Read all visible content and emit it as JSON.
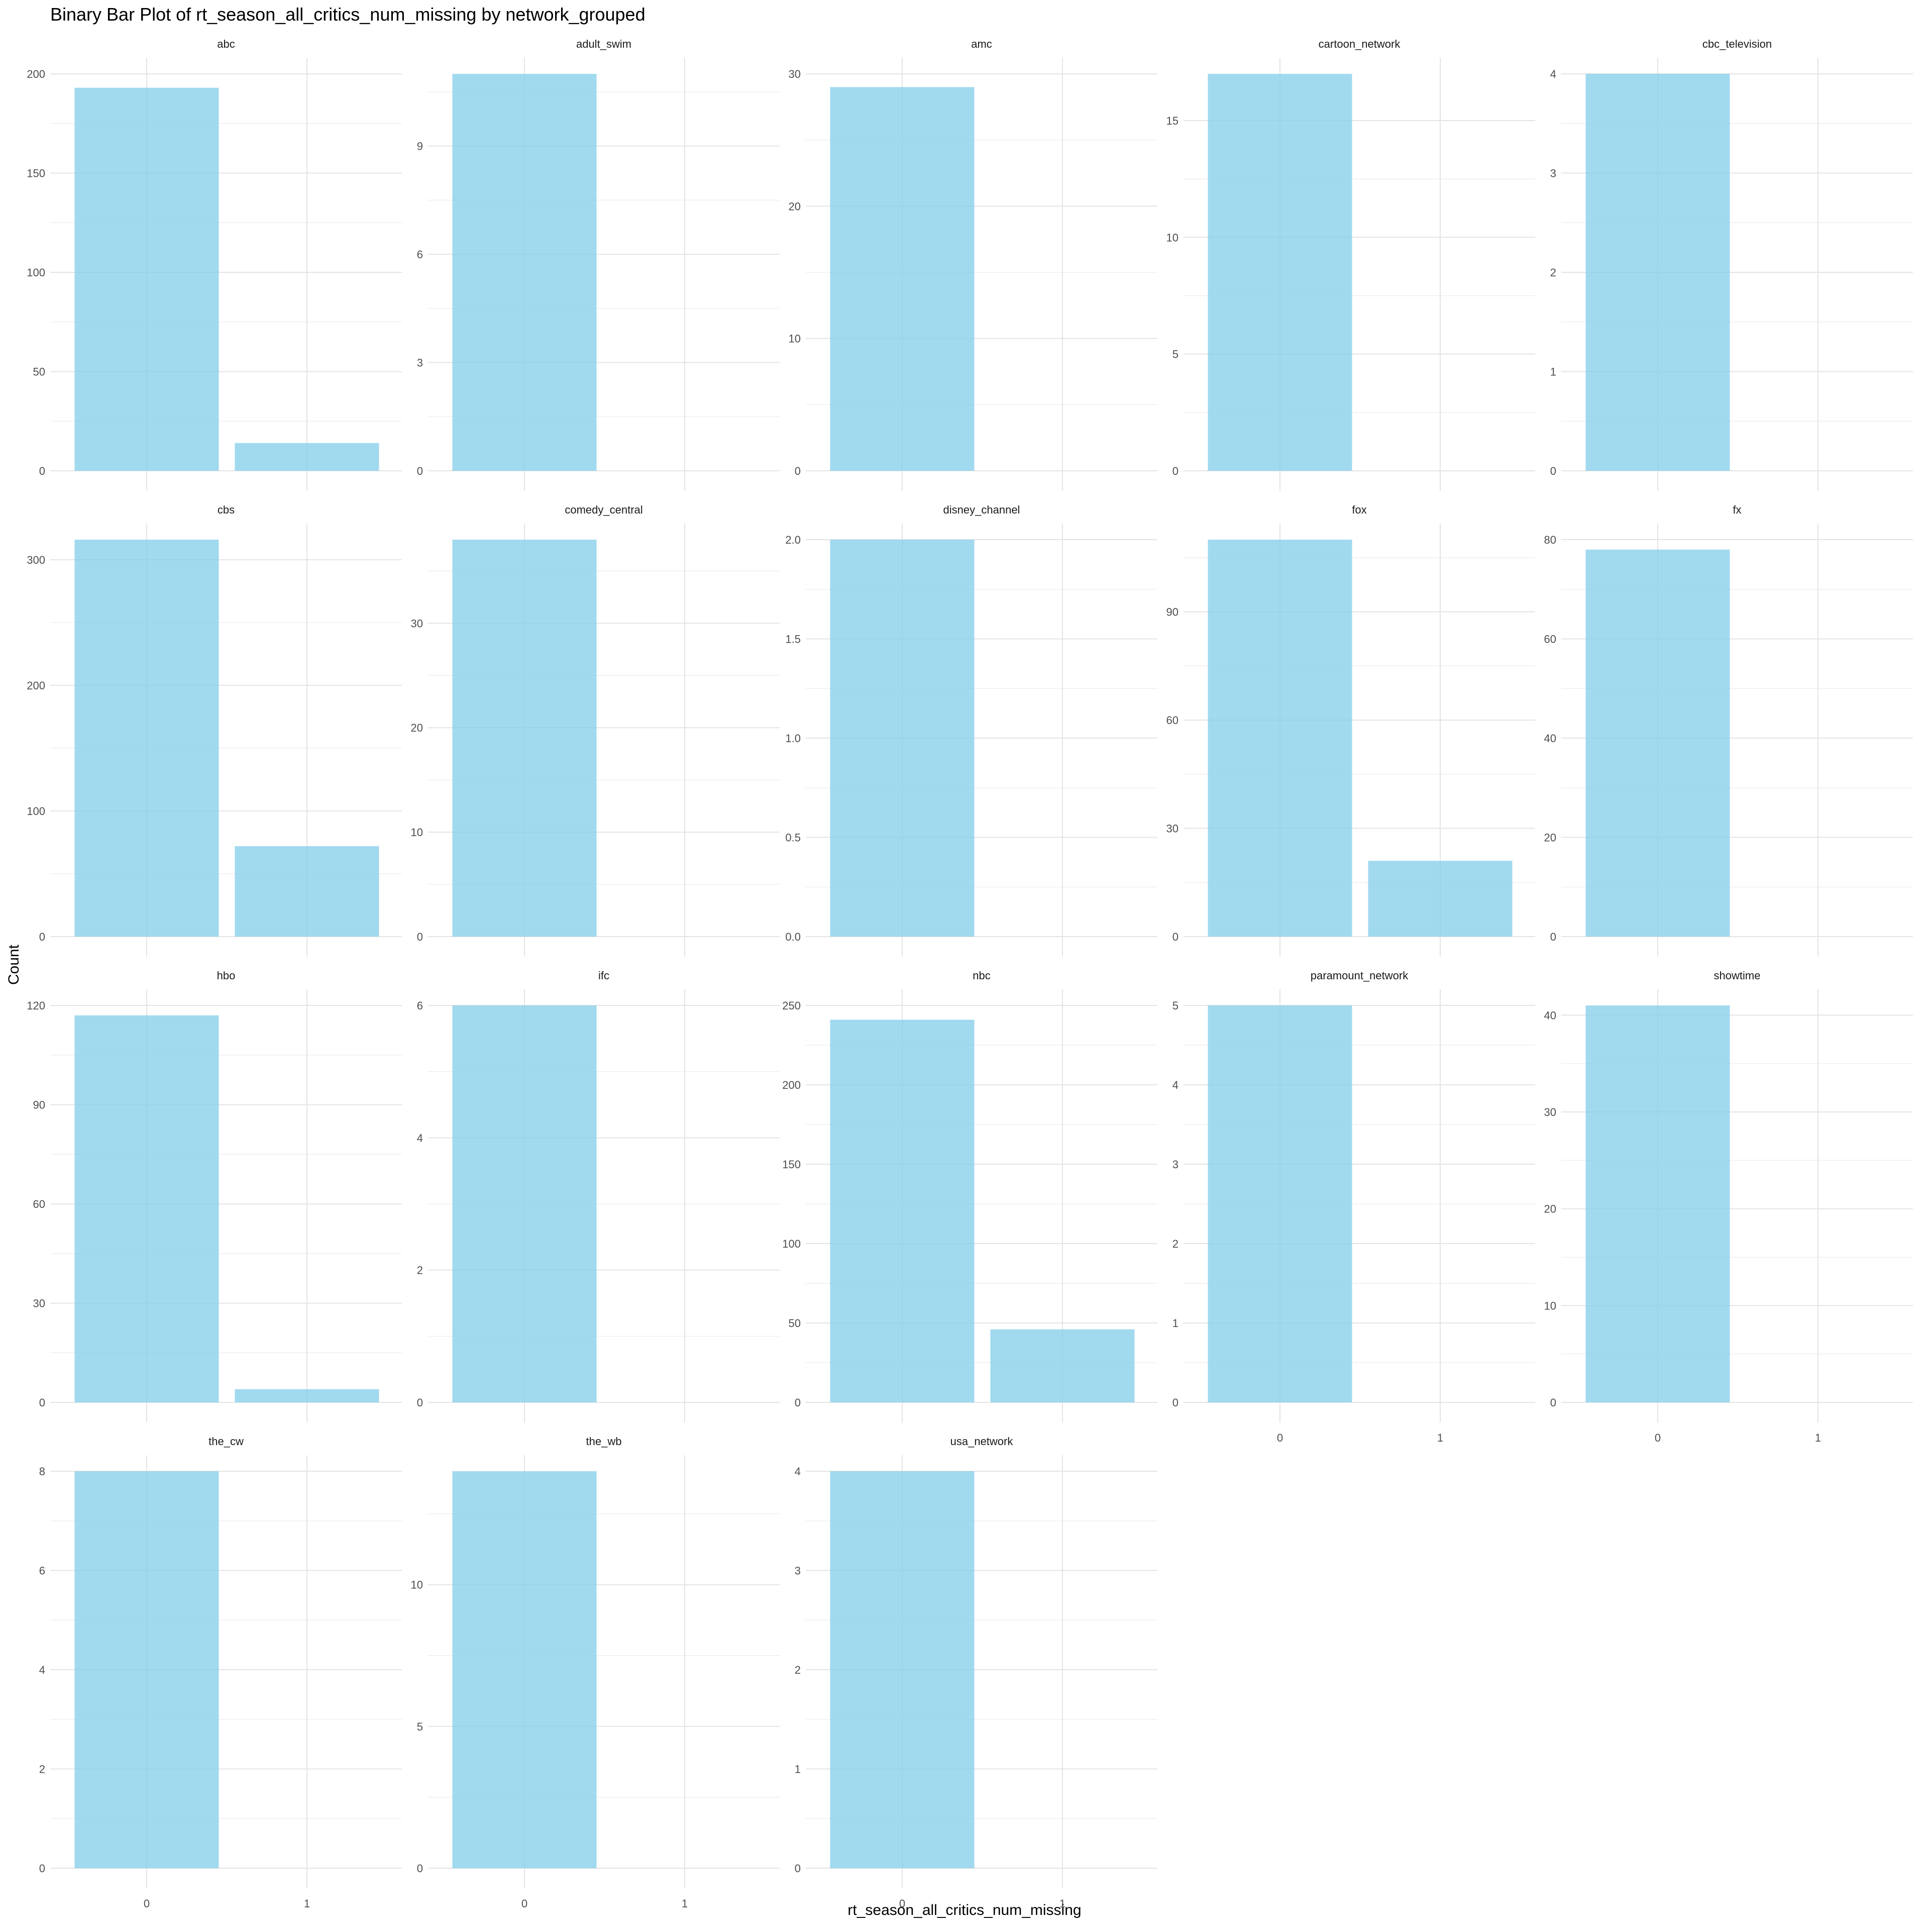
{
  "chart_data": {
    "type": "bar",
    "title": "Binary Bar Plot of rt_season_all_critics_num_missing by network_grouped",
    "xlabel": "rt_season_all_critics_num_missing",
    "ylabel": "Count",
    "categories": [
      "0",
      "1"
    ],
    "grid": true,
    "bar_color": "#87CEEB",
    "facets": [
      {
        "name": "abc",
        "values": [
          193,
          14
        ],
        "yticks": [
          0,
          50,
          100,
          150,
          200
        ],
        "ylim": [
          0,
          200
        ]
      },
      {
        "name": "adult_swim",
        "values": [
          11,
          0
        ],
        "yticks": [
          0,
          3,
          6,
          9
        ],
        "ylim": [
          0,
          11
        ]
      },
      {
        "name": "amc",
        "values": [
          29,
          0
        ],
        "yticks": [
          0,
          10,
          20,
          30
        ],
        "ylim": [
          0,
          30
        ]
      },
      {
        "name": "cartoon_network",
        "values": [
          17,
          0
        ],
        "yticks": [
          0,
          5,
          10,
          15
        ],
        "ylim": [
          0,
          17
        ]
      },
      {
        "name": "cbc_television",
        "values": [
          4,
          0
        ],
        "yticks": [
          0,
          1,
          2,
          3,
          4
        ],
        "ylim": [
          0,
          4
        ]
      },
      {
        "name": "cbs",
        "values": [
          316,
          72
        ],
        "yticks": [
          0,
          100,
          200,
          300
        ],
        "ylim": [
          0,
          316
        ]
      },
      {
        "name": "comedy_central",
        "values": [
          38,
          0
        ],
        "yticks": [
          0,
          10,
          20,
          30
        ],
        "ylim": [
          0,
          38
        ]
      },
      {
        "name": "disney_channel",
        "values": [
          2,
          0
        ],
        "yticks": [
          "0.0",
          "0.5",
          "1.0",
          "1.5",
          "2.0"
        ],
        "ylim": [
          0,
          2
        ]
      },
      {
        "name": "fox",
        "values": [
          110,
          21
        ],
        "yticks": [
          0,
          30,
          60,
          90
        ],
        "ylim": [
          0,
          110
        ]
      },
      {
        "name": "fx",
        "values": [
          78,
          0
        ],
        "yticks": [
          0,
          20,
          40,
          60,
          80
        ],
        "ylim": [
          0,
          80
        ]
      },
      {
        "name": "hbo",
        "values": [
          117,
          4
        ],
        "yticks": [
          0,
          30,
          60,
          90,
          120
        ],
        "ylim": [
          0,
          120
        ]
      },
      {
        "name": "ifc",
        "values": [
          6,
          0
        ],
        "yticks": [
          0,
          2,
          4,
          6
        ],
        "ylim": [
          0,
          6
        ]
      },
      {
        "name": "nbc",
        "values": [
          241,
          46
        ],
        "yticks": [
          0,
          50,
          100,
          150,
          200,
          250
        ],
        "ylim": [
          0,
          250
        ]
      },
      {
        "name": "paramount_network",
        "values": [
          5,
          0
        ],
        "yticks": [
          0,
          1,
          2,
          3,
          4,
          5
        ],
        "ylim": [
          0,
          5
        ]
      },
      {
        "name": "showtime",
        "values": [
          41,
          0
        ],
        "yticks": [
          0,
          10,
          20,
          30,
          40
        ],
        "ylim": [
          0,
          41
        ]
      },
      {
        "name": "the_cw",
        "values": [
          8,
          0
        ],
        "yticks": [
          0,
          2,
          4,
          6,
          8
        ],
        "ylim": [
          0,
          8
        ]
      },
      {
        "name": "the_wb",
        "values": [
          14,
          0
        ],
        "yticks": [
          0,
          5,
          10
        ],
        "ylim": [
          0,
          14
        ]
      },
      {
        "name": "usa_network",
        "values": [
          4,
          0
        ],
        "yticks": [
          0,
          1,
          2,
          3,
          4
        ],
        "ylim": [
          0,
          4
        ]
      }
    ]
  }
}
